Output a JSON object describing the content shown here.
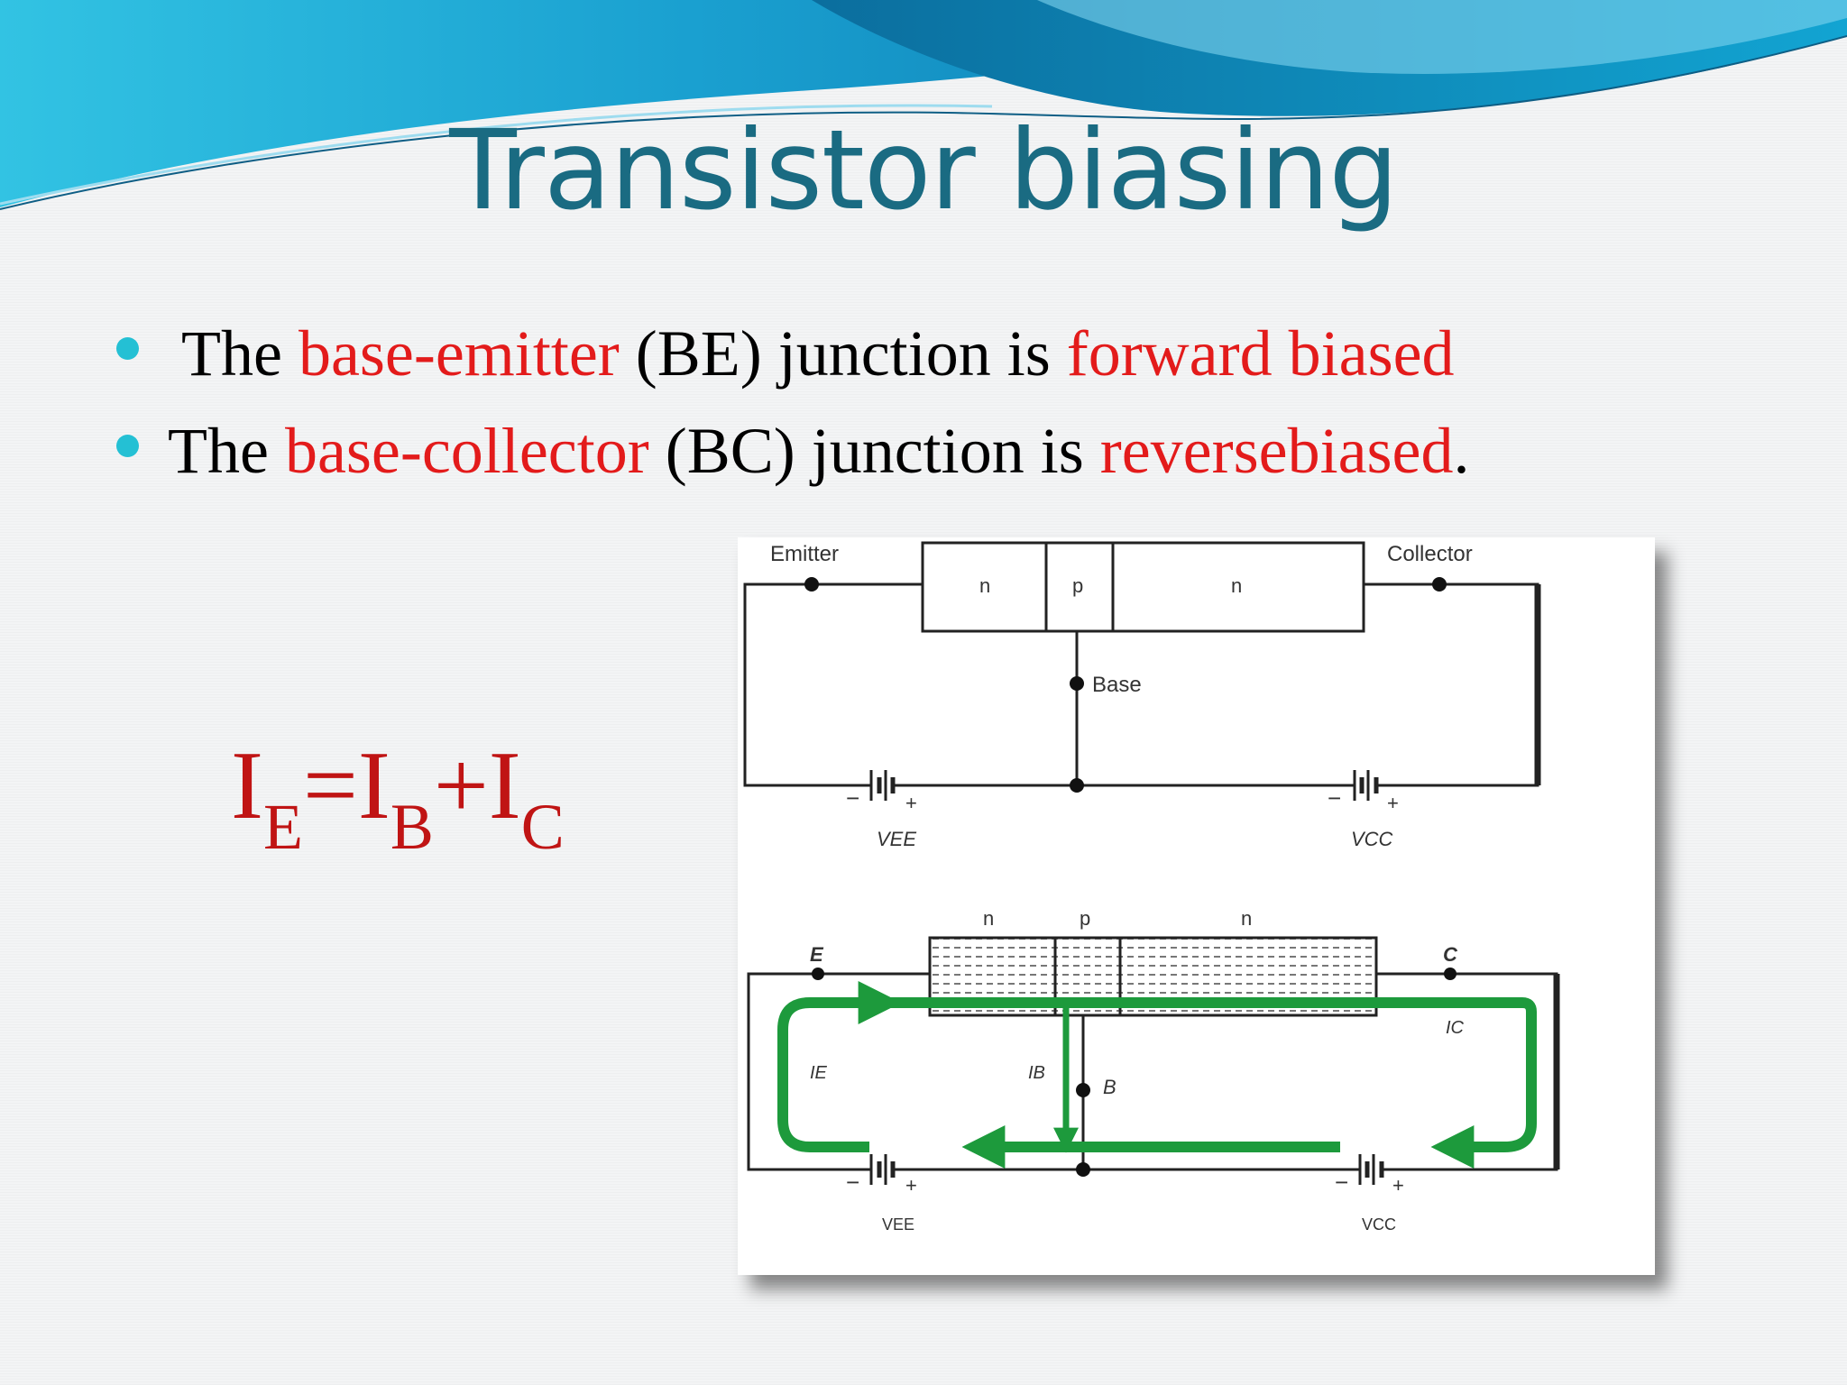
{
  "slide": {
    "title": "Transistor biasing",
    "bullets": [
      {
        "before": "The ",
        "term": "base-emitter",
        "middle": " (BE) junction is ",
        "state": "forward biased",
        "after": ""
      },
      {
        "before": "The ",
        "term": "base-collector",
        "middle": " (BC) junction is ",
        "state": "reversebiased",
        "after": "."
      }
    ],
    "equation": {
      "i1": "I",
      "s1": "E",
      "eq": "=",
      "i2": "I",
      "s2": "B",
      "plus": "+",
      "i3": "I",
      "s3": "C"
    }
  },
  "diagram_top": {
    "emitter": "Emitter",
    "collector": "Collector",
    "base": "Base",
    "region_n1": "n",
    "region_p": "p",
    "region_n2": "n",
    "vee": "VEE",
    "vcc": "VCC",
    "minus": "−",
    "plus": "+"
  },
  "diagram_bottom": {
    "e": "E",
    "c": "C",
    "b": "B",
    "region_n1": "n",
    "region_p": "p",
    "region_n2": "n",
    "ie": "IE",
    "ib": "IB",
    "ic": "IC",
    "vee": "VEE",
    "vcc": "VCC",
    "minus": "−",
    "plus": "+"
  },
  "colors": {
    "title": "#1a6b82",
    "highlight": "#e31b1b",
    "equation": "#c01414",
    "bullet_dot": "#24c0d4",
    "current_arrow": "#1d9a3c",
    "wave_dark": "#0b7fb3",
    "wave_light": "#3cc0e0"
  }
}
